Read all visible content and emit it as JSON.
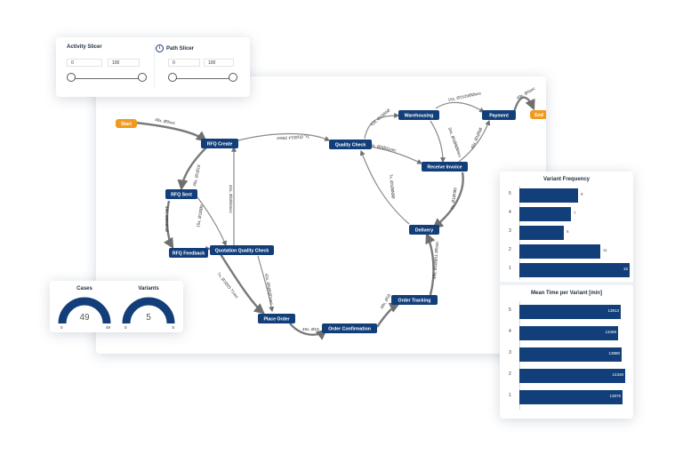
{
  "slicers": [
    {
      "title": "Activity Slicer",
      "min": "0",
      "max": "100",
      "has_info_icon": false
    },
    {
      "title": "Path Slicer",
      "min": "0",
      "max": "100",
      "has_info_icon": true
    }
  ],
  "gauges": [
    {
      "title": "Cases",
      "value": "49",
      "min": "0",
      "max": "49",
      "fraction": 1.0
    },
    {
      "title": "Variants",
      "value": "5",
      "min": "0",
      "max": "5",
      "fraction": 1.0
    }
  ],
  "graph": {
    "nodes": {
      "start": "Start",
      "end": "End",
      "rfq_create": "RFQ Create",
      "rfq_sent": "RFQ Sent",
      "rfq_feedback": "RFQ Feedback",
      "quotation_quality_check": "Quotation Quality Check",
      "place_order": "Place Order",
      "order_confirmation": "Order Confirmation",
      "order_tracking": "Order Tracking",
      "delivery": "Delivery",
      "quality_check": "Quality Check",
      "warehousing": "Warehousing",
      "receive_invoice": "Receive Invoice",
      "payment": "Payment"
    },
    "edge_labels": {
      "start_rfq": "49x, Ø0sec",
      "rfq_qc": "7x, Ø18514 29sec",
      "rfq_create_sent": "49x, Ø1Ø18",
      "qqc_rfq": "42x, Ø1Ø44sec",
      "sent_feedback": "49x, ØØ5ØsØ",
      "feedback_qqc": "15x, Ø1ØØ8",
      "qqc_place": "7x, Ø1Ø25 71sec",
      "qqc_place_2": "42x, Ø6Ø6Ø1sec",
      "place_conf": "49x, Ø18",
      "conf_track": "49x, Ø18",
      "track_delivery": "49x, Ø1ØØ11 Ø0sec",
      "delivery_qc": "7x, Ø1ØØØØ",
      "qc_warehouse": "42x, Ø1584Ø",
      "qc_invoice": "49x, Ø2Ø41sec",
      "warehouse_payment": "15x, Ø1529ØØsec",
      "warehouse_invoice": "34x, Ø1Ø8Ø8sec",
      "invoice_payment": "49x, Ø1Ø9Ø",
      "invoice_delivery": "7x, Ø1Ø089",
      "payment_end": "49x, Ø0sec"
    }
  },
  "chart_data": [
    {
      "type": "bar",
      "title": "Variant Frequency",
      "categories": [
        "5",
        "4",
        "3",
        "2",
        "1"
      ],
      "values": [
        8,
        7,
        6,
        11,
        15
      ],
      "xlim": [
        0,
        15
      ]
    },
    {
      "type": "bar",
      "title": "Mean Time per Variant [min]",
      "categories": [
        "5",
        "4",
        "3",
        "2",
        "1"
      ],
      "values": [
        13813,
        13469,
        13880,
        14348,
        13976
      ],
      "xlim": [
        0,
        14500
      ]
    }
  ],
  "colors": {
    "node": "#123f7a",
    "start_end": "#f29a1e",
    "bar": "#123f7a"
  }
}
